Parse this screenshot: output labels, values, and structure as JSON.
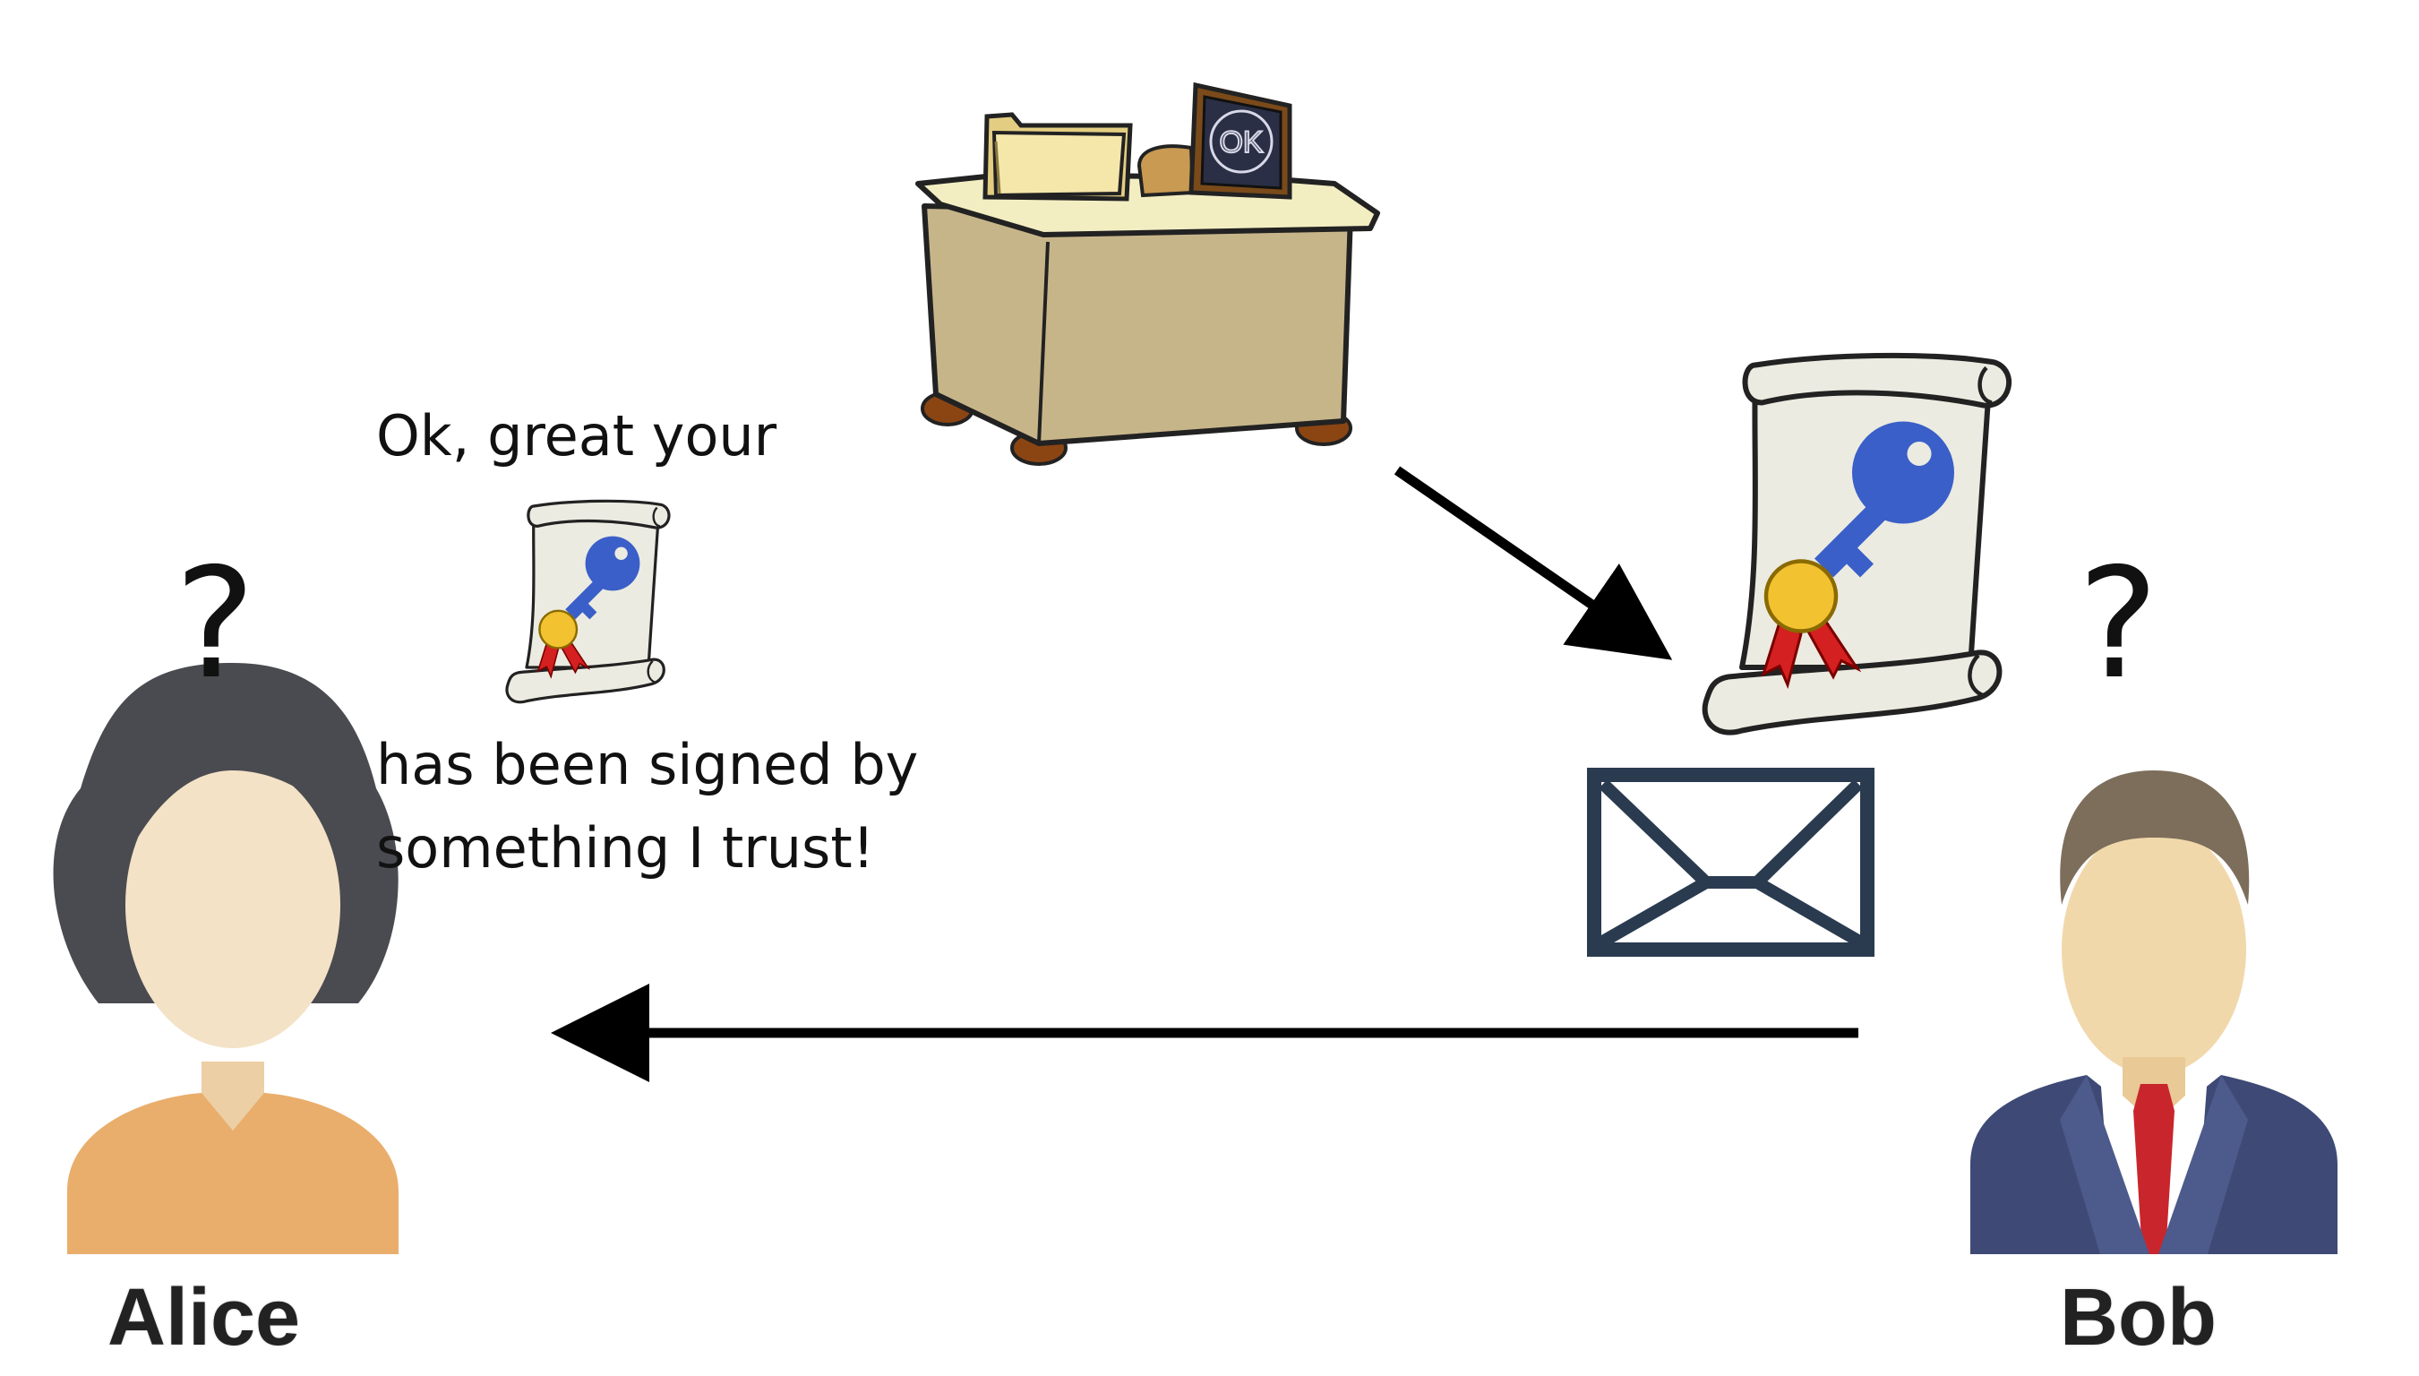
{
  "speech": {
    "line1": "Ok, great your",
    "line2": "has been signed by",
    "line3": "something I trust!"
  },
  "marks": {
    "alice_question": "?",
    "bob_question": "?",
    "stamp_text": "OK"
  },
  "people": {
    "alice": {
      "name": "Alice"
    },
    "bob": {
      "name": "Bob"
    }
  },
  "icons": {
    "authority": "desk-with-folders-and-ok-stamp-icon",
    "certificate": "certificate-scroll-with-key-and-ribbon-icon",
    "message": "envelope-icon",
    "alice_avatar": "woman-avatar-icon",
    "bob_avatar": "man-in-suit-avatar-icon"
  },
  "colors": {
    "key_blue": "#3a5fc8",
    "scroll_paper": "#ecebe1",
    "ribbon_red": "#d42020",
    "medal_gold": "#f2c230",
    "envelope_navy": "#2a3b50",
    "desk_tan": "#c7b58a",
    "arrow": "#000000"
  }
}
